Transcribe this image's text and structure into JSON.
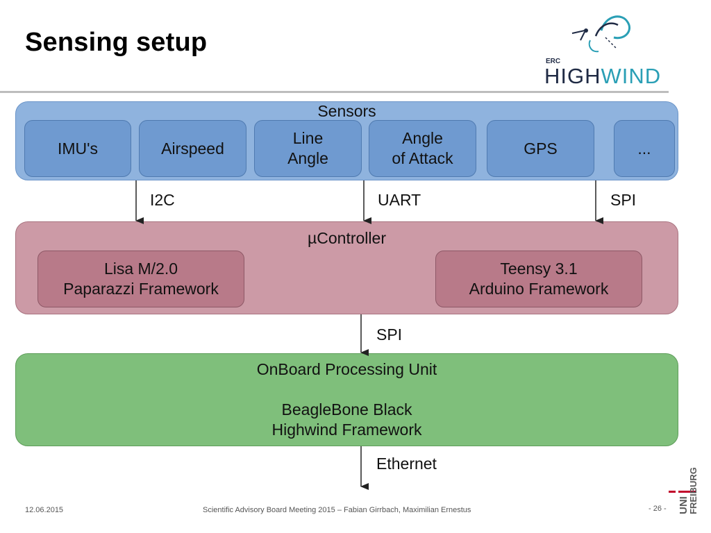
{
  "slide": {
    "title": "Sensing setup",
    "logo": {
      "erc": "ERC",
      "highwind_part1": "HIGH",
      "highwind_part2": "WIND"
    }
  },
  "diagram": {
    "sensors": {
      "title": "Sensors",
      "items": [
        "IMU's",
        "Airspeed",
        "Line\nAngle",
        "Angle\nof Attack",
        "GPS",
        "..."
      ]
    },
    "bus_top": [
      "I2C",
      "UART",
      "SPI"
    ],
    "controller": {
      "title": "µController",
      "left_box": "Lisa M/2.0\nPaparazzi Framework",
      "right_box": "Teensy 3.1\nArduino Framework"
    },
    "bus_middle": "SPI",
    "processing": {
      "title": "OnBoard Processing Unit",
      "line1": "BeagleBone Black",
      "line2": "Highwind Framework"
    },
    "bus_bottom": "Ethernet"
  },
  "footer": {
    "date": "12.06.2015",
    "center": "Scientific Advisory Board Meeting 2015 – Fabian Girrbach, Maximilian Ernestus",
    "page": "- 26 -",
    "uni_logo": {
      "uni": "UNI",
      "city": "FREIBURG"
    }
  },
  "colors": {
    "sensors_bg": "#8fb3de",
    "sensor_box": "#6f9ad0",
    "controller_bg": "#cc9aa6",
    "controller_box": "#b87a89",
    "processing_bg": "#7fbf7b",
    "logo_accent": "#2a9fb5",
    "uni_red": "#c1002a"
  }
}
